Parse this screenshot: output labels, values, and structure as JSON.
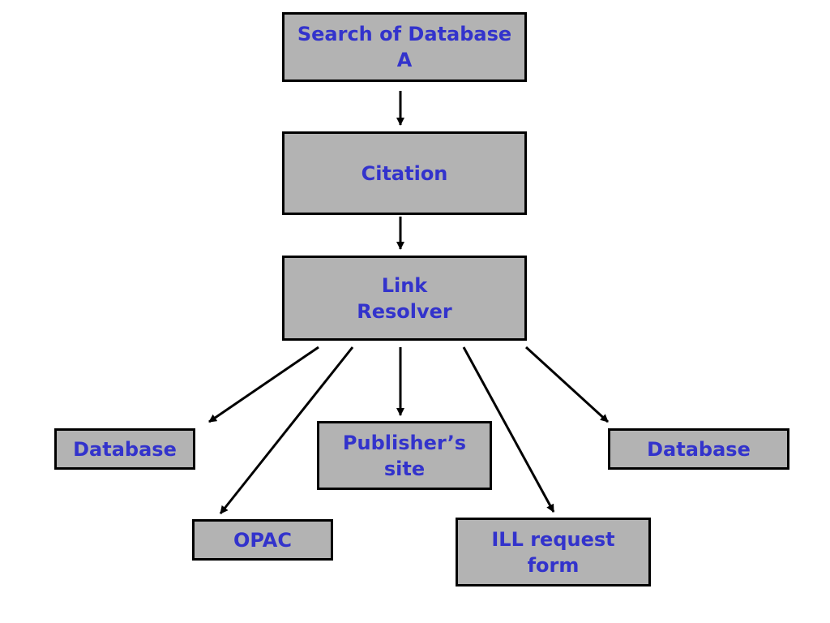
{
  "colors": {
    "box_fill": "#b3b3b3",
    "box_border": "#000000",
    "text": "#3333cc",
    "arrow": "#000000",
    "background": "#ffffff"
  },
  "nodes": {
    "search": {
      "label": "Search of Database\nA"
    },
    "citation": {
      "label": "Citation"
    },
    "resolver": {
      "label": "Link\nResolver"
    },
    "database_left": {
      "label": "Database"
    },
    "opac": {
      "label": "OPAC"
    },
    "publisher": {
      "label": "Publisher’s\nsite"
    },
    "ill": {
      "label": "ILL request\nform"
    },
    "database_right": {
      "label": "Database"
    }
  },
  "edges": [
    {
      "from": "search",
      "to": "citation"
    },
    {
      "from": "citation",
      "to": "resolver"
    },
    {
      "from": "resolver",
      "to": "database_left"
    },
    {
      "from": "resolver",
      "to": "opac"
    },
    {
      "from": "resolver",
      "to": "publisher"
    },
    {
      "from": "resolver",
      "to": "ill"
    },
    {
      "from": "resolver",
      "to": "database_right"
    }
  ]
}
